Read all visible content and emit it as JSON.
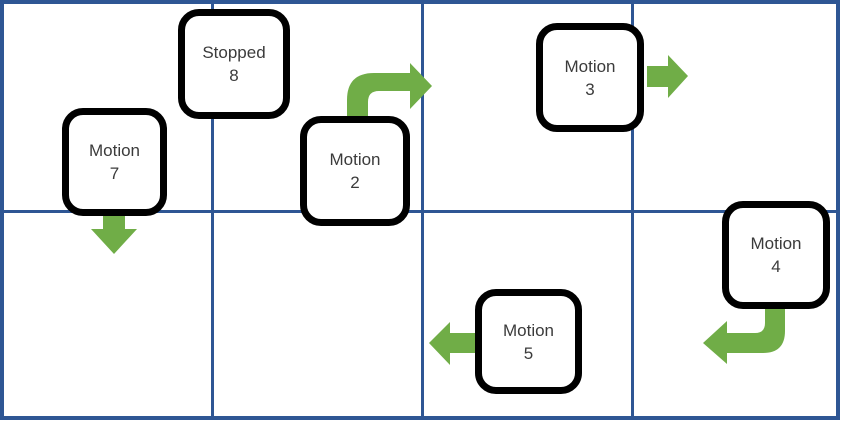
{
  "diagram": {
    "grid": {
      "columns": 4,
      "rows": 2
    },
    "nodes": [
      {
        "id": "motion-7",
        "line1": "Motion",
        "line2": "7"
      },
      {
        "id": "stopped-8",
        "line1": "Stopped",
        "line2": "8"
      },
      {
        "id": "motion-2",
        "line1": "Motion",
        "line2": "2"
      },
      {
        "id": "motion-3",
        "line1": "Motion",
        "line2": "3"
      },
      {
        "id": "motion-4",
        "line1": "Motion",
        "line2": "4"
      },
      {
        "id": "motion-5",
        "line1": "Motion",
        "line2": "5"
      }
    ],
    "arrows": [
      {
        "name": "down-arrow",
        "attached_to": "Motion 7",
        "direction": "down"
      },
      {
        "name": "bent-up-right-arrow",
        "attached_to": "Motion 2",
        "direction": "up-then-right"
      },
      {
        "name": "right-arrow",
        "attached_to": "Motion 3",
        "direction": "right"
      },
      {
        "name": "bent-down-left-arrow",
        "attached_to": "Motion 4",
        "direction": "down-then-left"
      },
      {
        "name": "left-arrow",
        "attached_to": "Motion 5",
        "direction": "left"
      }
    ]
  },
  "colors": {
    "grid_blue": "#2e5694",
    "arrow_green": "#70ad47",
    "node_border": "#000000",
    "node_text": "#3b3b3b",
    "background": "#ffffff"
  }
}
